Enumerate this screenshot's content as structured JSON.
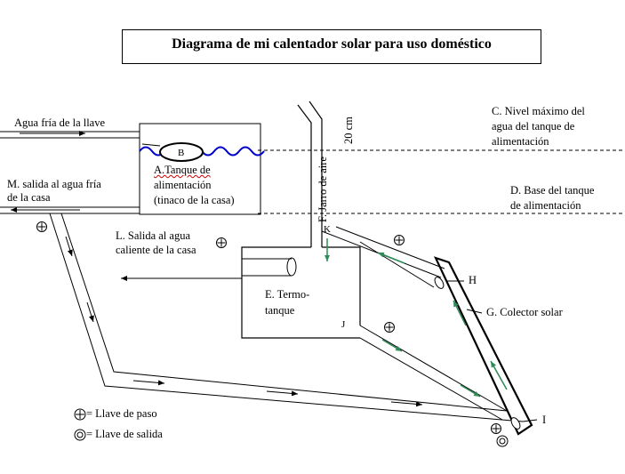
{
  "title": "Diagrama de mi calentador solar para uso doméstico",
  "labels": {
    "agua_fria": "Agua fría de la llave",
    "m_salida_1": "M. salida al agua fría",
    "m_salida_2": "de la casa",
    "tank_b": "B",
    "tank_a_1": "A.Tanque de",
    "tank_a_2": "alimentación",
    "tank_a_3": "(tinaco de la casa)",
    "nivel_1": "C. Nivel máximo del",
    "nivel_2": "agua del tanque de",
    "nivel_3": "alimentación",
    "base_1": "D. Base del tanque",
    "base_2": "de alimentación",
    "jarro": "F. Jarro de aire",
    "cm20": "20 cm",
    "k": "K",
    "l_salida_1": "L. Salida al agua",
    "l_salida_2": "caliente de la casa",
    "termo_1": "E. Termo-",
    "termo_2": "tanque",
    "j": "J",
    "h": "H",
    "colector": "G. Colector solar",
    "i": "I",
    "legend_paso": "= Llave de paso",
    "legend_salida": "= Llave de salida"
  },
  "colors": {
    "line": "#000000",
    "water_wave": "#0000cc",
    "flow_arrow": "#2e8b57",
    "dashed": "#000000"
  },
  "icons": {
    "valve_paso": "circle-plus",
    "valve_salida": "double-circle"
  }
}
